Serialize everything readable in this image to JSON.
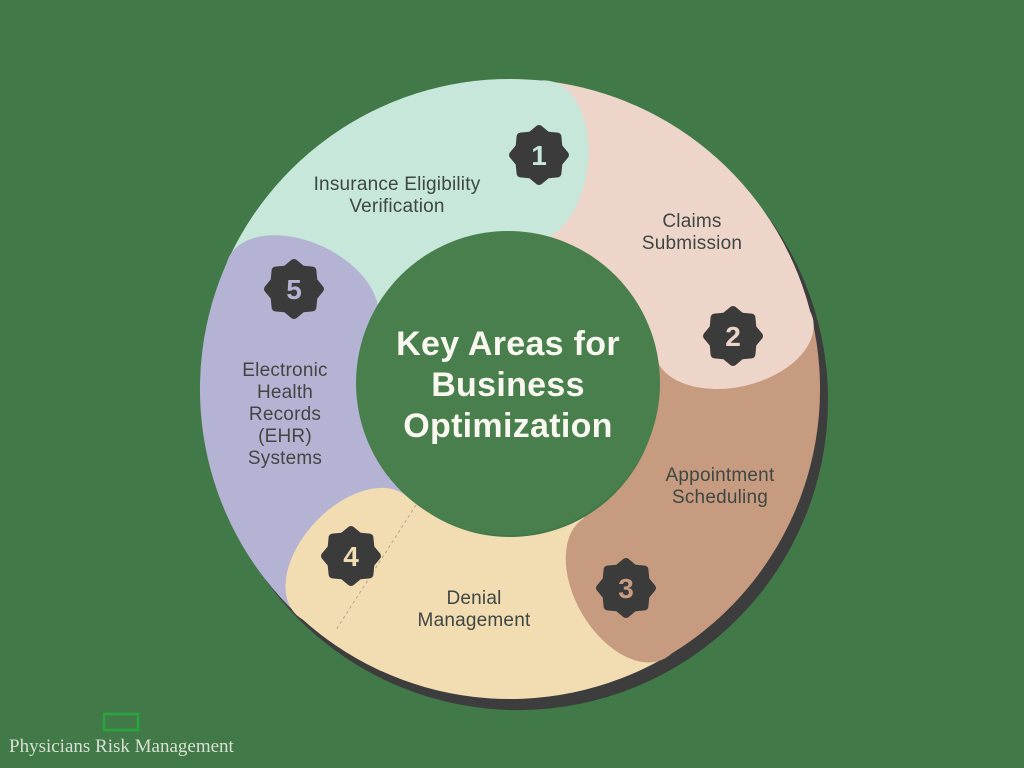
{
  "background_color": "#417a48",
  "shadow_color": "#3d3d3d",
  "badge_color": "#3b3b3b",
  "label_text_color": "#3f4743",
  "center": {
    "circle_color": "#497f4d",
    "title_color": "#f8f8f1",
    "title_lines": [
      "Key Areas for",
      "Business",
      "Optimization"
    ]
  },
  "segments": [
    {
      "number": "1",
      "color": "#c7e7db",
      "label_lines": [
        "Insurance Eligibility",
        "Verification"
      ]
    },
    {
      "number": "2",
      "color": "#eed5ca",
      "label_lines": [
        "Claims",
        "Submission"
      ]
    },
    {
      "number": "3",
      "color": "#c69b7f",
      "label_lines": [
        "Appointment",
        "Scheduling"
      ]
    },
    {
      "number": "4",
      "color": "#f2dcb2",
      "label_lines": [
        "Denial",
        "Management"
      ]
    },
    {
      "number": "5",
      "color": "#b5b3d4",
      "label_lines": [
        "Electronic",
        "Health",
        "Records",
        "(EHR)",
        "Systems"
      ]
    }
  ],
  "footer": {
    "brand": "Physicians Risk Management",
    "text_color": "#d9dfd3",
    "logo_color": "#28a63c"
  }
}
